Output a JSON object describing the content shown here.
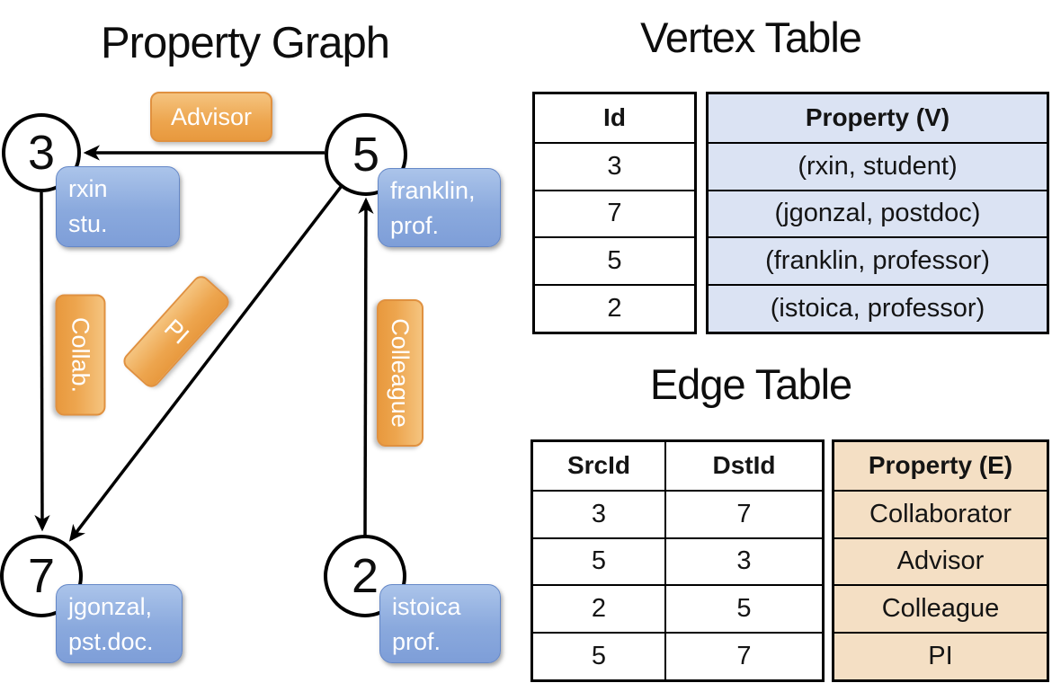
{
  "graph": {
    "title": "Property Graph",
    "nodes": [
      {
        "id": "3",
        "prop_line1": "rxin",
        "prop_line2": "stu."
      },
      {
        "id": "5",
        "prop_line1": "franklin,",
        "prop_line2": "prof."
      },
      {
        "id": "7",
        "prop_line1": "jgonzal,",
        "prop_line2": "pst.doc."
      },
      {
        "id": "2",
        "prop_line1": "istoica",
        "prop_line2": "prof."
      }
    ],
    "edges": [
      {
        "src": "5",
        "dst": "3",
        "label": "Advisor"
      },
      {
        "src": "3",
        "dst": "7",
        "label": "Collab."
      },
      {
        "src": "5",
        "dst": "7",
        "label": "PI"
      },
      {
        "src": "2",
        "dst": "5",
        "label": "Colleague"
      }
    ]
  },
  "vertex_table": {
    "title": "Vertex Table",
    "columns": [
      "Id",
      "Property (V)"
    ],
    "rows": [
      [
        "3",
        "(rxin, student)"
      ],
      [
        "7",
        "(jgonzal, postdoc)"
      ],
      [
        "5",
        "(franklin, professor)"
      ],
      [
        "2",
        "(istoica, professor)"
      ]
    ]
  },
  "edge_table": {
    "title": "Edge Table",
    "columns": [
      "SrcId",
      "DstId",
      "Property (E)"
    ],
    "rows": [
      [
        "3",
        "7",
        "Collaborator"
      ],
      [
        "5",
        "3",
        "Advisor"
      ],
      [
        "2",
        "5",
        "Colleague"
      ],
      [
        "5",
        "7",
        "PI"
      ]
    ]
  },
  "colors": {
    "vertex_box_top": "#abc4ea",
    "vertex_box_bottom": "#7e9ed8",
    "edge_label_top": "#f5c47f",
    "edge_label_bottom": "#e8993e",
    "vertex_property_fill": "#dbe3f3",
    "edge_property_fill": "#f4dfc4",
    "line_color": "#000000"
  }
}
